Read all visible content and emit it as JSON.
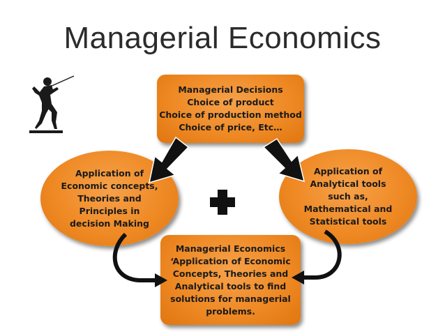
{
  "title": "Managerial Economics",
  "top_box": "Managerial Decisions\nChoice of product\nChoice of production method\nChoice of price, Etc…",
  "left_oval": "Application of\nEconomic concepts,\nTheories and\nPrinciples in\ndecision Making",
  "right_oval": "Application of\nAnalytical tools\nsuch as,\nMathematical and\nStatistical tools",
  "bottom_box": "Managerial Economics\n‘Application of Economic\nConcepts, Theories and\nAnalytical tools to find\nsolutions for managerial\nproblems.",
  "colors": {
    "box_orange": "#ef8a25",
    "arrow": "#111111"
  },
  "icons": [
    "fencer-icon",
    "plus-icon"
  ]
}
